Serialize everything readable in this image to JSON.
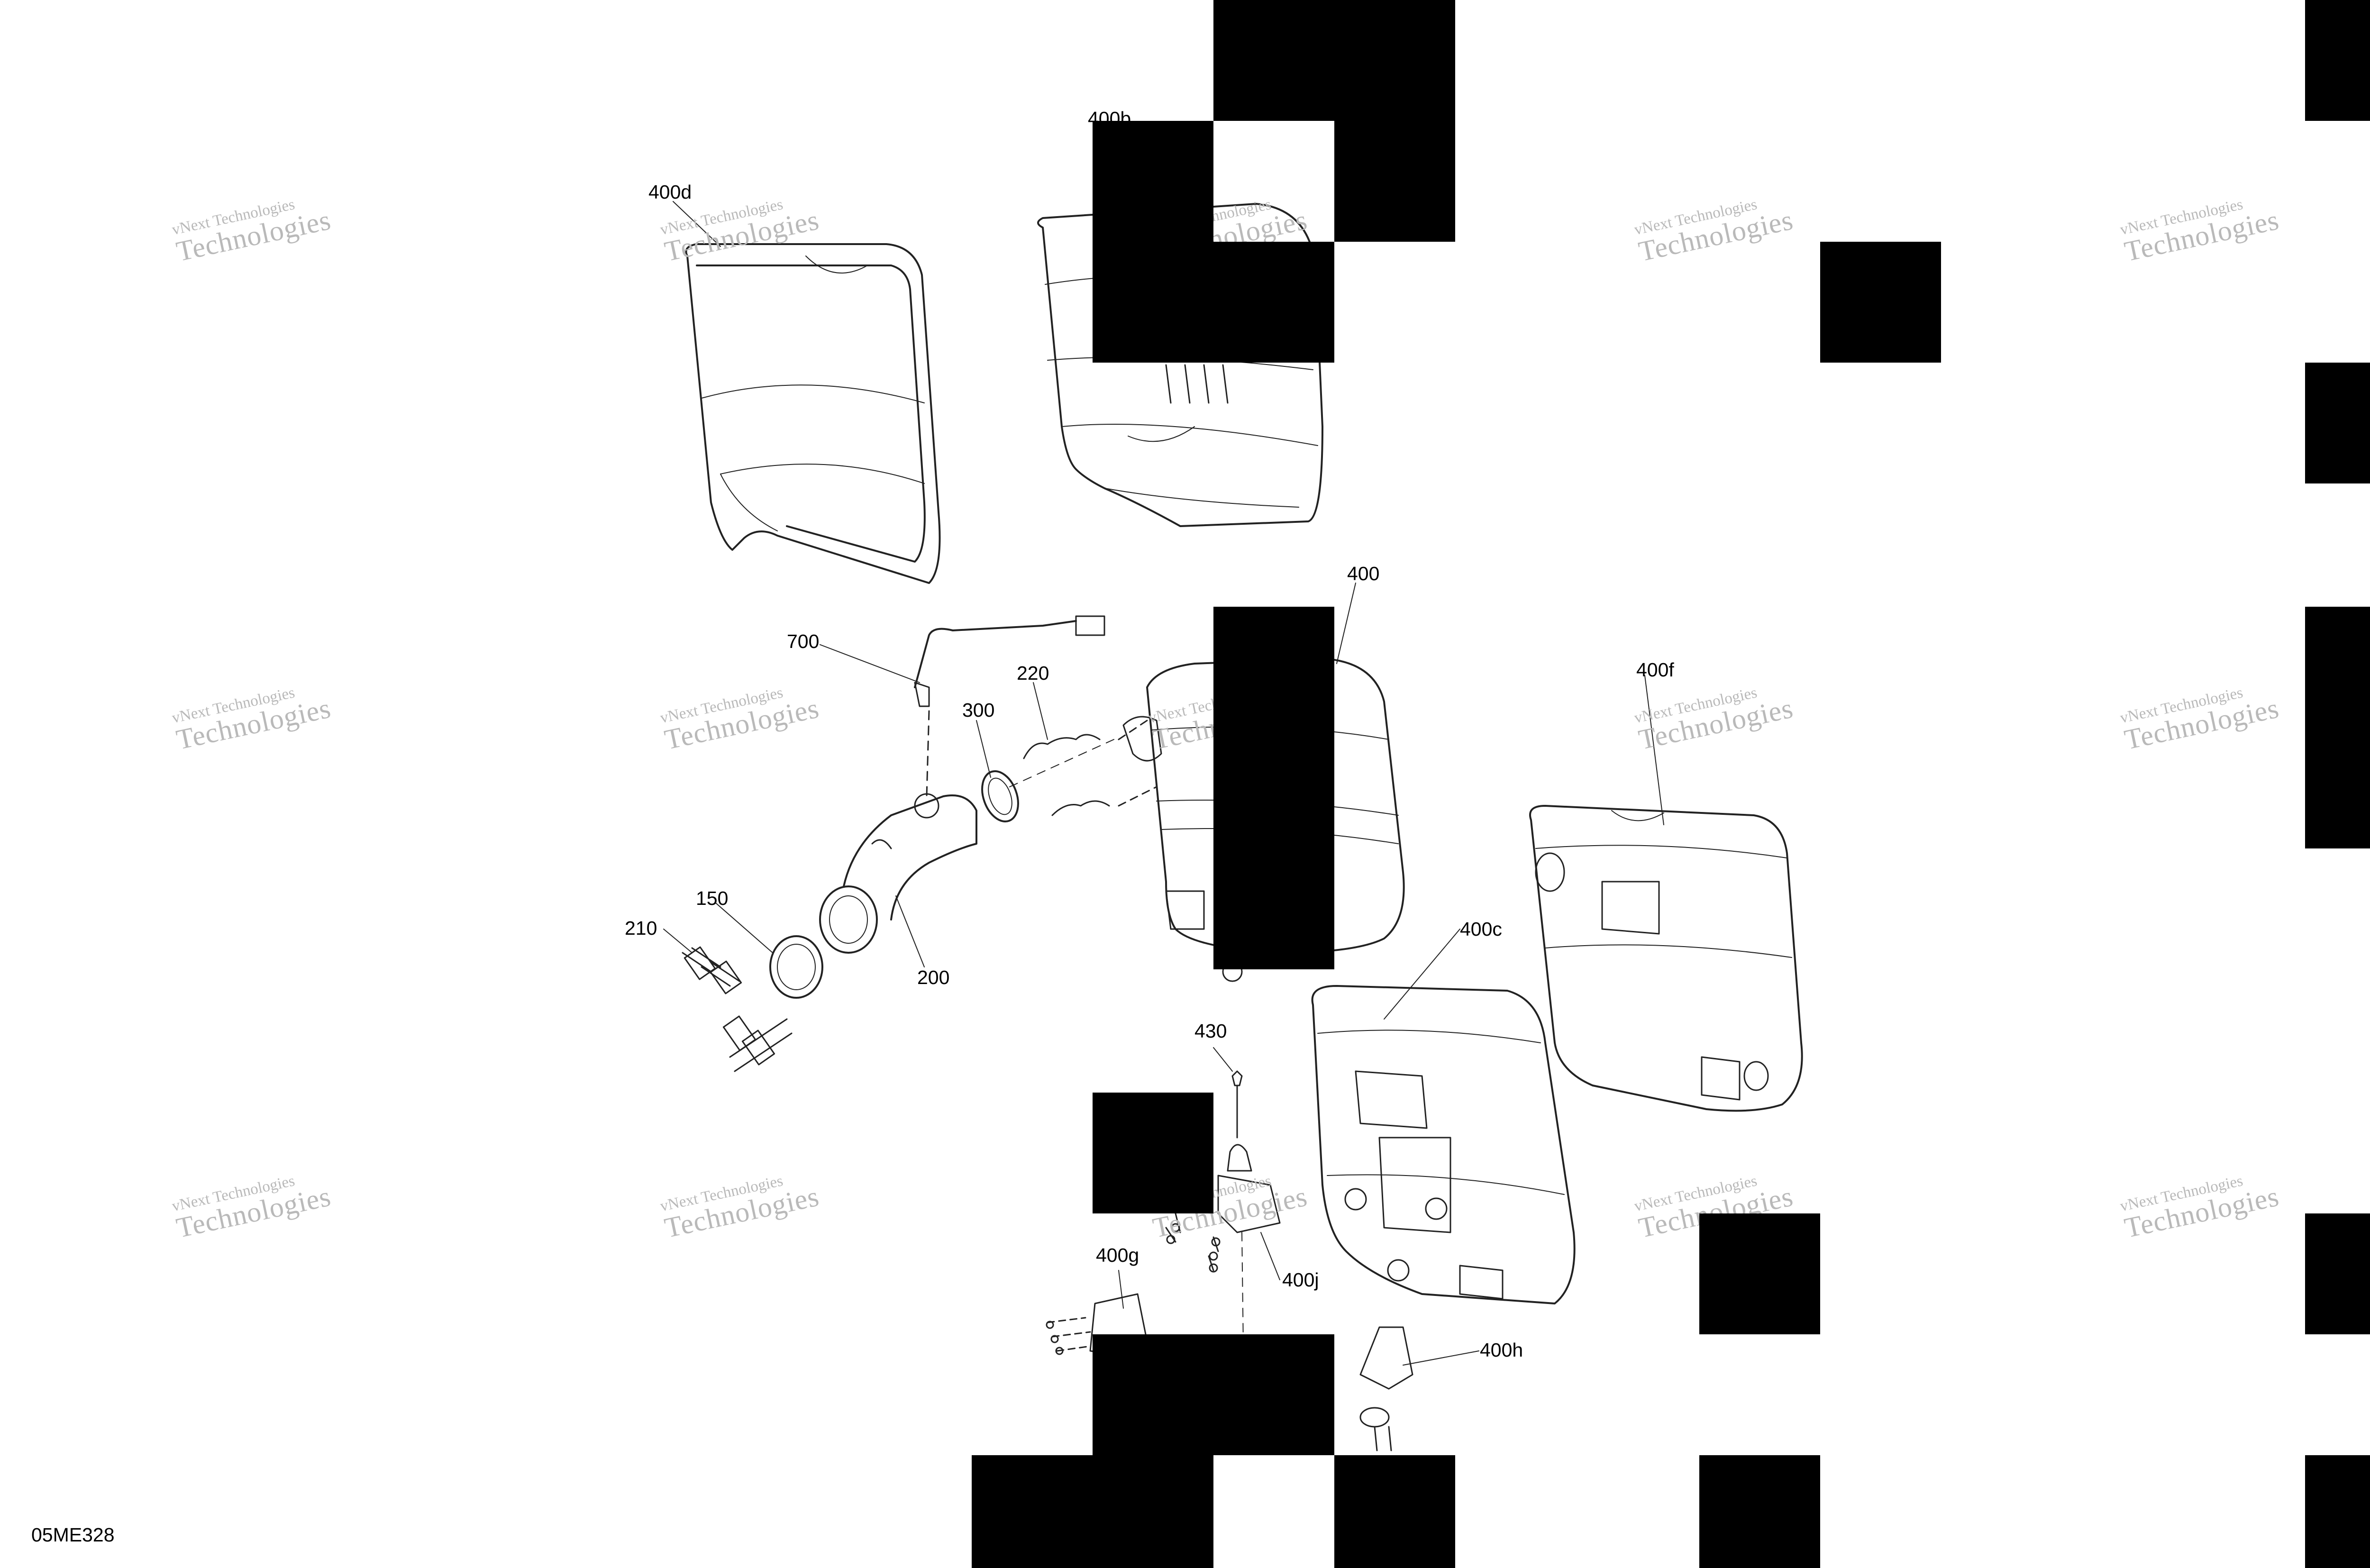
{
  "diagram": {
    "drawing_code": "05ME328",
    "watermark_line1": "vNext Technologies",
    "watermark_line2": "Technologies",
    "callouts": {
      "p400d": "400d",
      "p400b": "400b",
      "p400": "400",
      "p700": "700",
      "p220": "220",
      "p300": "300",
      "p400f": "400f",
      "p150": "150",
      "p210": "210",
      "p200": "200",
      "p400c": "400c",
      "p430": "430",
      "p400g": "400g",
      "p400j": "400j",
      "p400h": "400h"
    }
  },
  "colors": {
    "line": "#222222",
    "redaction": "#000000",
    "watermark": "#b9b9b9"
  }
}
